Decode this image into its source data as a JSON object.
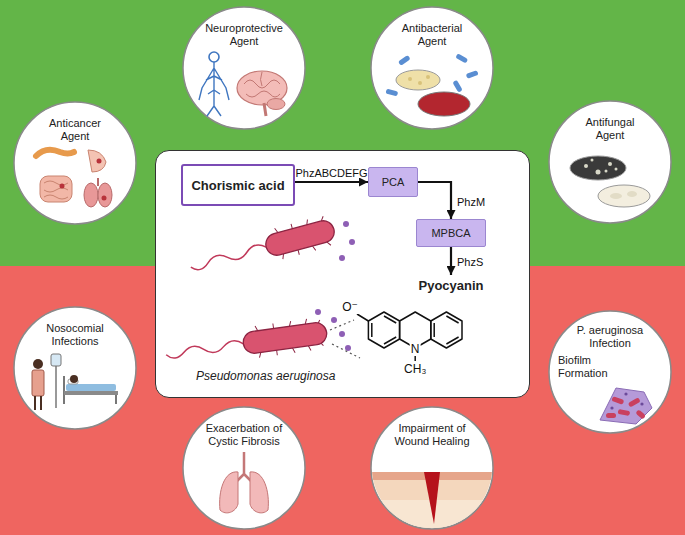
{
  "diagram": {
    "nodes": [
      {
        "text": [
          "Neuroprotective Agent"
        ]
      },
      {
        "text": [
          "Antibacterial Agent"
        ]
      },
      {
        "text": [
          "Anticancer Agent"
        ]
      },
      {
        "text": [
          "Antifungal Agent"
        ]
      },
      {
        "text": [
          "Pseudomonas aeruginosa"
        ]
      },
      {
        "text": [
          "Chorismic acid"
        ],
        "in": 4
      },
      {
        "text": [
          "PCA"
        ],
        "in": 4
      },
      {
        "text": [
          "MPBCA"
        ],
        "in": 4
      },
      {
        "text": [
          "Pyocyanin"
        ],
        "in": 4
      },
      {
        "text": [
          "Nosocomial Infections"
        ]
      },
      {
        "text": [
          "P. aeruginosa Infection",
          "Biofilm Formation"
        ]
      },
      {
        "text": [
          "Exacerbation of Cystic Fibrosis"
        ]
      },
      {
        "text": [
          "Impairment of Wound Healing"
        ]
      }
    ],
    "edges": [
      {
        "from": 5,
        "to": 6,
        "label": "PhzABCDEFG",
        "arrow": "to"
      },
      {
        "from": 6,
        "to": 7,
        "label": "PhzM",
        "arrow": "to"
      },
      {
        "from": 7,
        "to": 8,
        "label": "PhzS",
        "arrow": "to"
      }
    ],
    "labels": [
      "O⁻",
      "N",
      "CH₃"
    ]
  }
}
